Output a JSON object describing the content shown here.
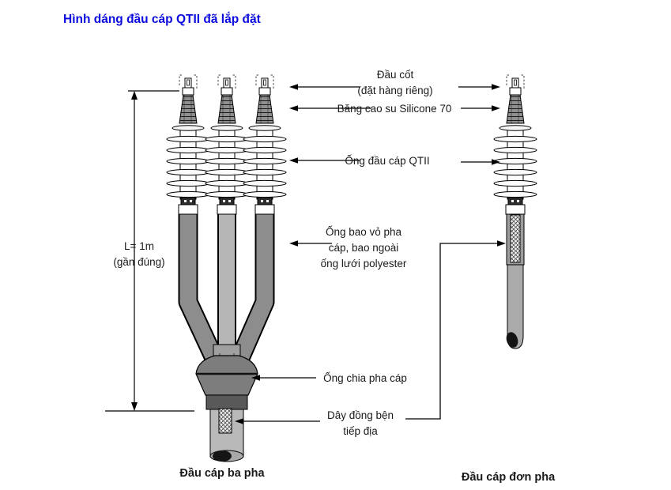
{
  "title": "Hình dáng đầu cáp QTII đã lắp đặt",
  "diagram": {
    "dimension": {
      "line1": "L= 1m",
      "line2": "(gần đúng)"
    },
    "callouts": {
      "terminal_lug": {
        "line1": "Đầu cốt",
        "line2": "(đặt hàng riêng)"
      },
      "silicone_tape": "Băng cao su Silicone 70",
      "qtii_tube": "Ống đầu cáp QTII",
      "phase_sheath": {
        "line1": "Ống bao vỏ pha",
        "line2": "cáp, bao ngoài",
        "line3": "ống lưới polyester"
      },
      "breakout": "Ống chia pha cáp",
      "ground_wire": {
        "line1": "Dây đồng bện",
        "line2": "tiếp địa"
      }
    },
    "captions": {
      "three_phase": "Đầu cáp ba pha",
      "single_phase": "Đầu cáp đơn pha"
    }
  },
  "colors": {
    "title_blue": "#0b0bdf",
    "text": "#1a1a1a",
    "side_tube_gray": "#8d8d8d",
    "center_tube_gray": "#b6b6b6",
    "boot_gray": "#7d7d7d",
    "boot_band_gray": "#595959",
    "cable_gray": "#b9b9b9",
    "line_black": "#000000"
  }
}
